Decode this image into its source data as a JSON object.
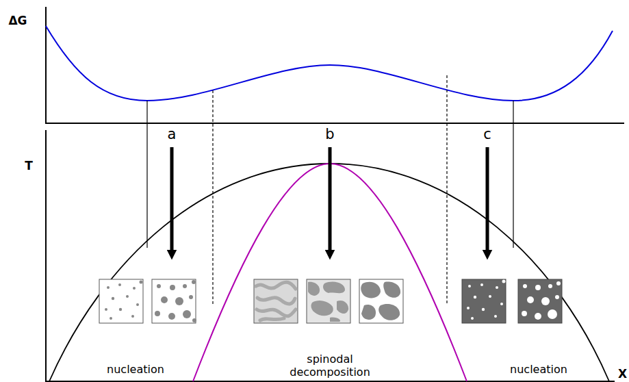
{
  "diagram": {
    "labels": [
      "ΔG",
      "T",
      "X",
      "a",
      "b",
      "c",
      "nucleation",
      "spinodal decomposition",
      "nucleation"
    ]
  }
}
